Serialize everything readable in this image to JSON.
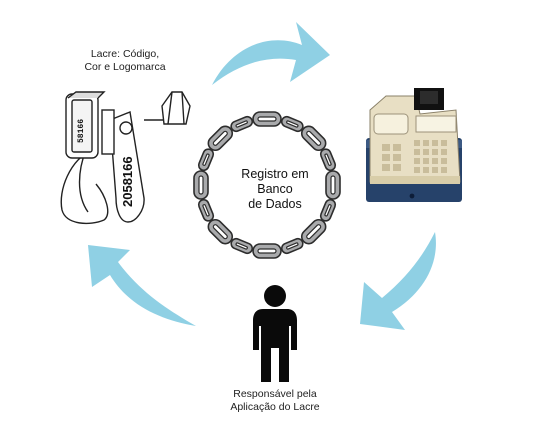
{
  "nodes": {
    "seal": {
      "label_lines": [
        "Lacre: Código,",
        "Cor e Logomarca"
      ],
      "tag_number": "2058166",
      "tag_top_number": "58166"
    },
    "center": {
      "label_lines": [
        "Registro em",
        "Banco",
        "de Dados"
      ]
    },
    "person": {
      "label_lines": [
        "Responsável pela",
        "Aplicação do Lacre"
      ]
    },
    "register": {
      "icon": "cash-register-icon"
    }
  },
  "colors": {
    "arrow": "#8fd0e4",
    "chain_fill": "#a9aaac",
    "chain_stroke": "#2d2d2d",
    "person": "#0a0a0a",
    "register_body": "#e8dfc4",
    "register_base": "#26426a"
  }
}
